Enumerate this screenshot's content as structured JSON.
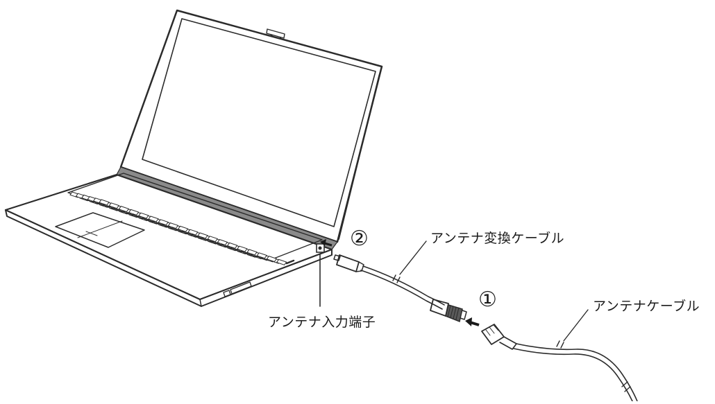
{
  "labels": {
    "antenna_input_terminal": "アンテナ入力端子",
    "antenna_conversion_cable": "アンテナ変換ケーブル",
    "antenna_cable": "アンテナケーブル"
  },
  "steps": {
    "step1": "①",
    "step2": "②"
  }
}
